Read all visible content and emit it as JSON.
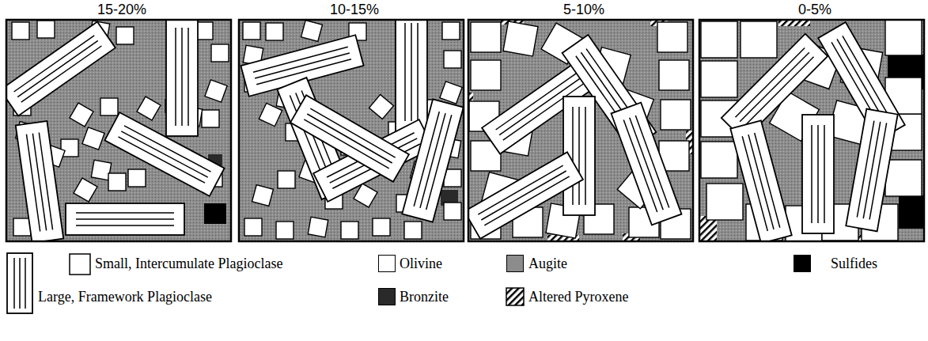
{
  "diagram": {
    "nodes": [
      {
        "text": [
          "15-20%"
        ]
      },
      {
        "text": [
          "10-15%"
        ]
      },
      {
        "text": [
          "5-10%"
        ]
      },
      {
        "text": [
          "0-5%"
        ]
      }
    ],
    "legend": [
      {
        "text": "Small, Intercumulate Plagioclase"
      },
      {
        "text": "Olivine",
        "color": "#ffffff"
      },
      {
        "text": "Augite",
        "color": "#8c8c8c"
      },
      {
        "text": "Sulfides",
        "color": "#000000"
      },
      {
        "text": "Large, Framework Plagioclase"
      },
      {
        "text": "Bronzite",
        "color": "#2a2a2a"
      },
      {
        "text": "Altered Pyroxene"
      }
    ]
  }
}
